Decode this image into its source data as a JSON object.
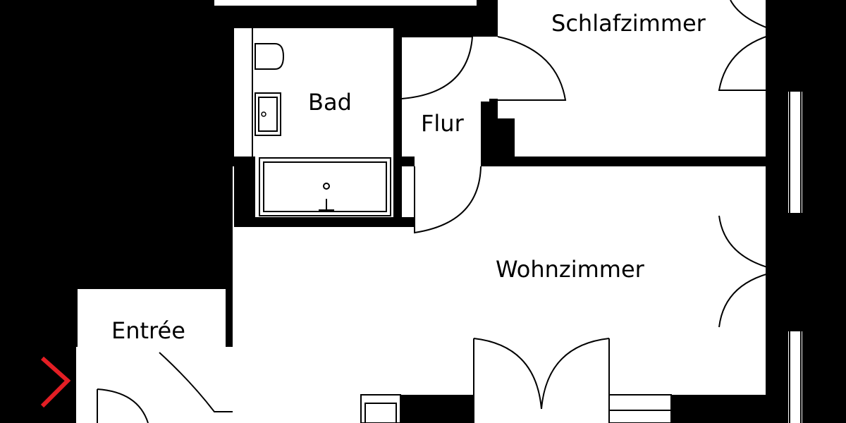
{
  "floorplan": {
    "rooms": {
      "schlafzimmer": "Schlafzimmer",
      "bad": "Bad",
      "flur": "Flur",
      "wohnzimmer": "Wohnzimmer",
      "entree": "Entrée"
    },
    "colors": {
      "wall": "#000000",
      "floor": "#ffffff",
      "entrance_arrow": "#e31e24"
    }
  }
}
